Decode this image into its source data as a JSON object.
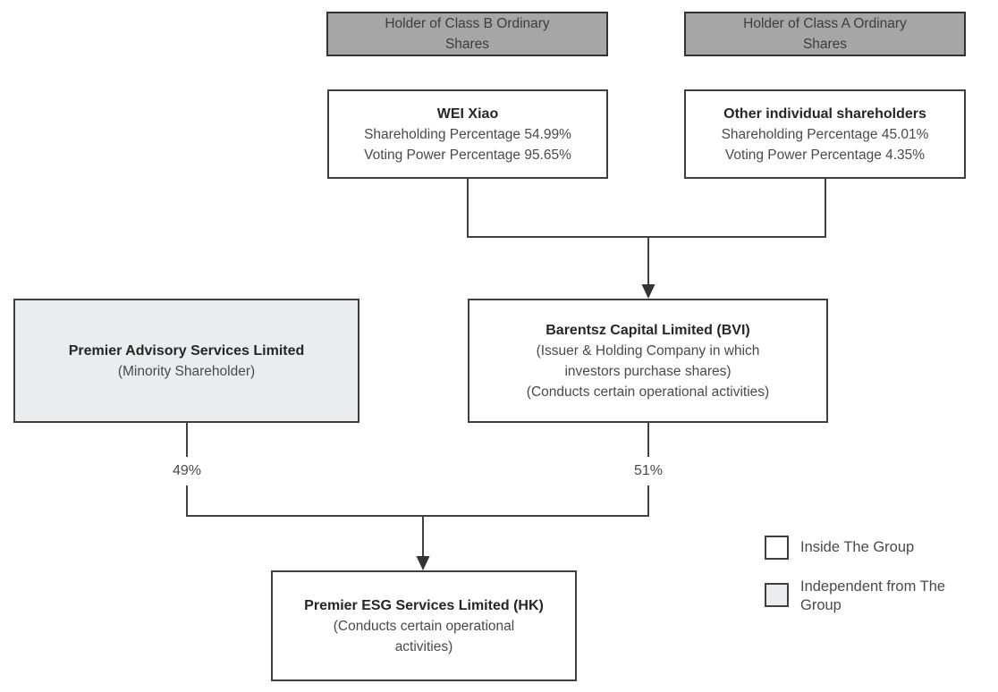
{
  "diagram": {
    "nodes": {
      "holder_b": {
        "label": "Holder of Class B Ordinary Shares"
      },
      "holder_a": {
        "label": "Holder of Class A Ordinary Shares"
      },
      "wei_xiao": {
        "title": "WEI Xiao",
        "shareholding": "Shareholding Percentage 54.99%",
        "voting": "Voting Power Percentage 95.65%"
      },
      "other_shareholders": {
        "title": "Other individual shareholders",
        "shareholding": "Shareholding Percentage 45.01%",
        "voting": "Voting Power Percentage 4.35%"
      },
      "premier_advisory": {
        "title": "Premier Advisory Services Limited",
        "subtitle": "(Minority Shareholder)"
      },
      "barentsz": {
        "title": "Barentsz Capital Limited (BVI)",
        "role1": "(Issuer & Holding Company in which investors purchase shares)",
        "role2": "(Conducts certain operational activities)"
      },
      "premier_esg": {
        "title": "Premier ESG Services Limited (HK)",
        "subtitle": "(Conducts certain operational activities)"
      }
    },
    "edges": {
      "advisory_to_esg_percent": "49%",
      "barentsz_to_esg_percent": "51%"
    },
    "legend": {
      "inside_label": "Inside The Group",
      "independent_label": "Independent from The Group"
    },
    "colors": {
      "gray_fill": "#a6a6a6",
      "independent_fill": "#e9edef",
      "inside_fill": "#ffffff",
      "border": "#3f3f3f",
      "connector": "#404040",
      "title_text": "#262626",
      "body_text": "#4a4a4a"
    }
  }
}
